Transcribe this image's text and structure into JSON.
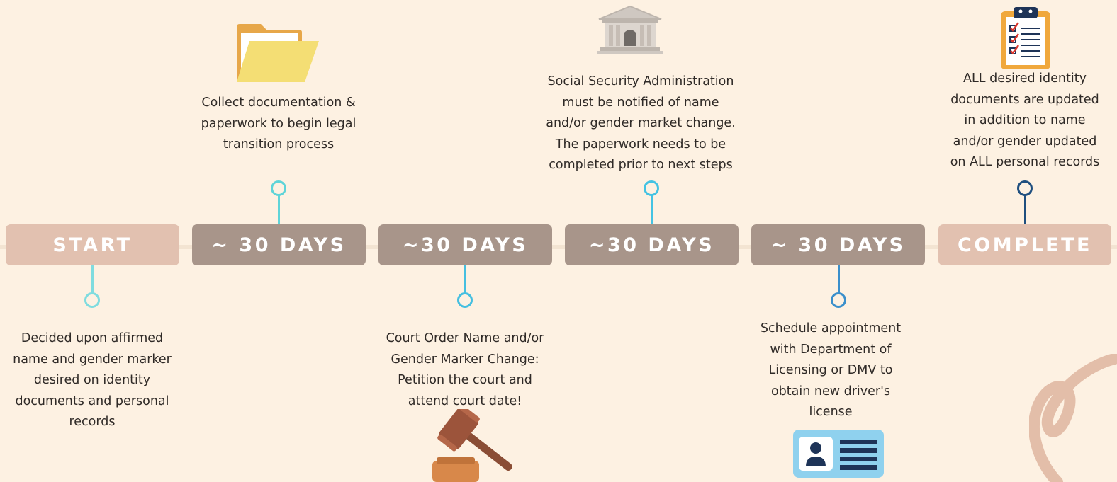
{
  "timeline": {
    "stages": [
      {
        "label": "START",
        "text": "Decided upon affirmed\nname and gender marker\ndesired on identity\ndocuments and personal\nrecords",
        "icon": null,
        "connector_color": "#7fdcdf"
      },
      {
        "label": "~ 30 DAYS",
        "text": "Collect documentation &\npaperwork to begin legal\ntransition process",
        "icon": "folder-icon",
        "connector_color": "#5fd4d8"
      },
      {
        "label": "~30 DAYS",
        "text": "Court Order Name and/or\nGender Marker Change:\nPetition the court and\nattend court date!",
        "icon": "gavel-icon",
        "connector_color": "#45bfe0"
      },
      {
        "label": "~30 DAYS",
        "text": "Social Security Administration\nmust be notified of name\nand/or gender market change.\nThe paperwork needs to be\ncompleted prior to next steps",
        "icon": "government-building-icon",
        "connector_color": "#44c3e3"
      },
      {
        "label": "~ 30 DAYS",
        "text": "Schedule appointment\nwith Department of\nLicensing or DMV to\nobtain new driver's\nlicense",
        "icon": "id-card-icon",
        "connector_color": "#3a8fcb"
      },
      {
        "label": "COMPLETE",
        "text": "ALL desired identity\ndocuments are updated\nin addition to name\nand/or gender updated\non ALL personal records",
        "icon": "checklist-clipboard-icon",
        "connector_color": "#1f4f7f"
      }
    ]
  },
  "colors": {
    "background": "#fdf1e2",
    "box_light": "#e2c1b0",
    "box_dark": "#a8958a",
    "text": "#2f2a27"
  }
}
